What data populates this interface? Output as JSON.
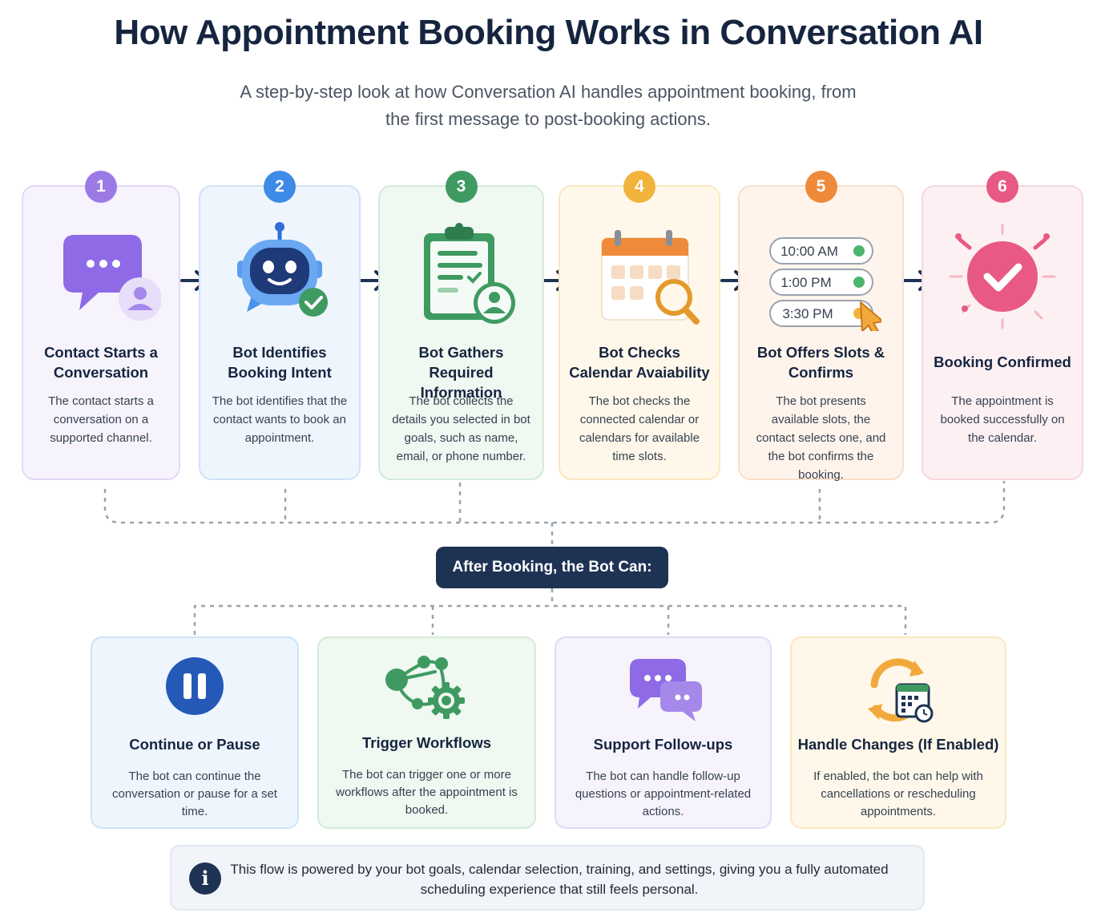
{
  "title": "How Appointment Booking Works in Conversation AI",
  "subtitle": "A step-by-step look at how Conversation AI handles appointment booking, from the first message to post-booking actions.",
  "steps": [
    {
      "number": "1",
      "title": "Contact Starts a Conversation",
      "description": "The contact starts a conversation on a supported channel.",
      "accent": "#9b7ae6",
      "bg": "#f6f3fd",
      "border": "#e2d9f8",
      "icon": "chat-bubble-user-icon"
    },
    {
      "number": "2",
      "title": "Bot Identifies Booking Intent",
      "description": "The bot identifies that the contact wants to book an appointment.",
      "accent": "#3d8be6",
      "bg": "#eef5fd",
      "border": "#cfe2f8",
      "icon": "robot-check-icon"
    },
    {
      "number": "3",
      "title": "Bot Gathers Required Information",
      "description": "The bot collects the details you selected in bot goals, such as name, email, or phone number.",
      "accent": "#3f9a61",
      "bg": "#eff8f1",
      "border": "#d2ebd8",
      "icon": "clipboard-user-icon"
    },
    {
      "number": "4",
      "title": "Bot Checks Calendar Avaiability",
      "description": "The bot checks the connected calendar or calendars for available time slots.",
      "accent": "#f2b33d",
      "bg": "#fff8ea",
      "border": "#fbe7bf",
      "icon": "calendar-search-icon"
    },
    {
      "number": "5",
      "title": "Bot Offers Slots & Confirms",
      "description": "The bot presents available slots, the contact selects one, and the bot confirms the booking.",
      "accent": "#ee8a3a",
      "bg": "#fff4ec",
      "border": "#fadfcb",
      "icon": "time-slots-icon",
      "slots": [
        "10:00 AM",
        "1:00 PM",
        "3:30 PM"
      ]
    },
    {
      "number": "6",
      "title": "Booking Confirmed",
      "description": "The appointment is booked successfully on the calendar.",
      "accent": "#e85a85",
      "bg": "#fdf0f3",
      "border": "#f8d6df",
      "icon": "check-circle-icon"
    }
  ],
  "after_label": "After Booking, the Bot Can:",
  "actions": [
    {
      "title": "Continue or Pause",
      "description": "The bot can continue the conversation or pause for a set time.",
      "bg": "#eef5fd",
      "border": "#cfe2f8",
      "icon": "pause-icon"
    },
    {
      "title": "Trigger Workflows",
      "description": "The bot can trigger one or more workflows after the appointment is booked.",
      "bg": "#eff8f1",
      "border": "#d2ebd8",
      "icon": "workflow-gear-icon"
    },
    {
      "title": "Support Follow-ups",
      "description": "The bot can handle follow-up questions or appointment-related actions.",
      "bg": "#f6f3fd",
      "border": "#e2d9f8",
      "icon": "chat-bubbles-icon"
    },
    {
      "title": "Handle Changes (If Enabled)",
      "description": "If enabled, the bot can help with cancellations or rescheduling appointments.",
      "bg": "#fff8ea",
      "border": "#fbe7bf",
      "icon": "reschedule-calendar-icon"
    }
  ],
  "footer": {
    "text": "This flow is powered by your bot goals, calendar selection, training, and settings, giving you a fully automated scheduling experience that still feels personal.",
    "icon": "info-icon"
  },
  "colors": {
    "navy": "#1e3354",
    "title": "#16253f",
    "dash": "#9aa3ae"
  }
}
